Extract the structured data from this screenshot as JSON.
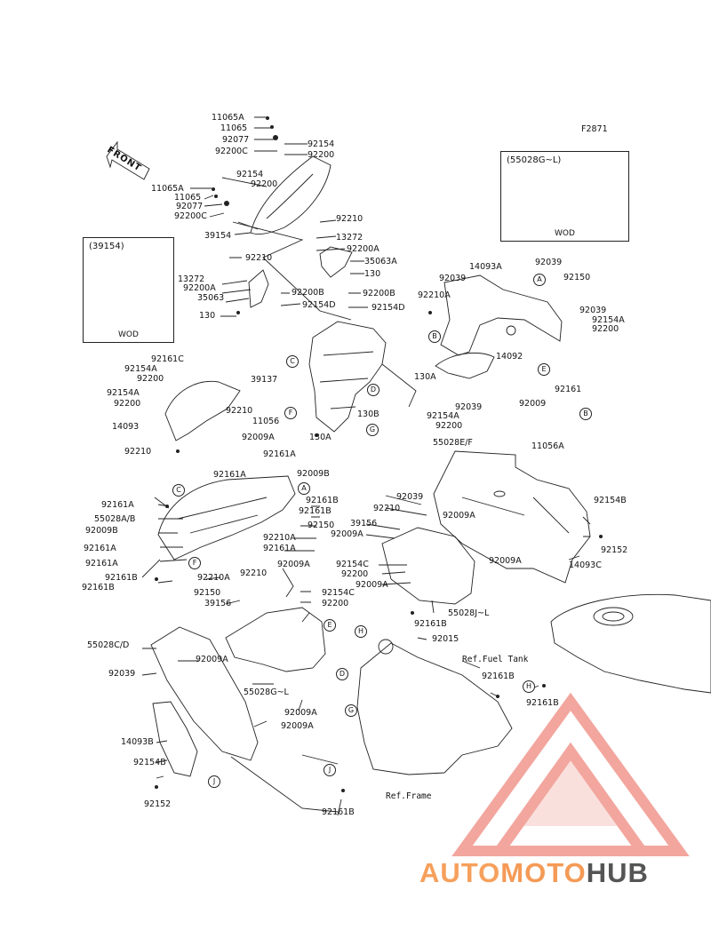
{
  "figure_code": "F2871",
  "front_label": "FRONT",
  "insets": {
    "right": {
      "title": "(55028G~L)",
      "foot": "WOD"
    },
    "left": {
      "title": "(39154)",
      "foot": "WOD"
    }
  },
  "callout_letters": {
    "A": "A",
    "B": "B",
    "C": "C",
    "D": "D",
    "E": "E",
    "F": "F",
    "G": "G",
    "H": "H",
    "J": "J"
  },
  "refs": {
    "fuel_tank": "Ref.Fuel Tank",
    "frame": "Ref.Frame"
  },
  "part_labels": {
    "p11065a_top": "11065A",
    "p11065_top": "11065",
    "p92077_top": "92077",
    "p92200c_top": "92200C",
    "p92154_top": "92154",
    "p92200_top": "92200",
    "p11065a_l": "11065A",
    "p92154_l": "92154",
    "p92200_l": "92200",
    "p11065_l": "11065",
    "p92077_l": "92077",
    "p92200c_l": "92200C",
    "p92210_a": "92210",
    "p39154": "39154",
    "p13272_a": "13272",
    "p92200a_a": "92200A",
    "p92210_b": "92210",
    "p35063a": "35063A",
    "p130_a": "130",
    "p13272_b": "13272",
    "p92200a_b": "92200A",
    "p35063": "35063",
    "p92200b_a": "92200B",
    "p92200b_b": "92200B",
    "p92154d_a": "92154D",
    "p92154d_b": "92154D",
    "p130_b": "130",
    "p14093a": "14093A",
    "p92039_a": "92039",
    "p92039_b": "92039",
    "p92210a_a": "92210A",
    "p92150_a": "92150",
    "p92039_c": "92039",
    "p92154a_a": "92154A",
    "p92200_a": "92200",
    "p14092": "14092",
    "p130a": "130A",
    "p92161": "92161",
    "p92009_a": "92009",
    "p11056a": "11056A",
    "p92039_d": "92039",
    "p92154a_b": "92154A",
    "p92200_b": "92200",
    "p39137": "39137",
    "p130b": "130B",
    "p130a_b": "130A",
    "p92161c": "92161C",
    "p92154a_c": "92154A",
    "p92200_c": "92200",
    "p92154a_d": "92154A",
    "p92200_d": "92200",
    "p14093": "14093",
    "p92210_c": "92210",
    "p11056": "11056",
    "p92009a_a": "92009A",
    "p92210_d": "92210",
    "p92161a_a": "92161A",
    "p92161a_b": "92161A",
    "p92009b_a": "92009B",
    "p55028ef": "55028E/F",
    "p92161a_c": "92161A",
    "p55028ab": "55028A/B",
    "p92009b_b": "92009B",
    "p92161b_a": "92161B",
    "p92161b_b": "92161B",
    "p92150_b": "92150",
    "p92210a_b": "92210A",
    "p92161a_d": "92161A",
    "p92161a_e": "92161A",
    "p92161a_f": "92161A",
    "p92161b_c": "92161B",
    "p92161b_d": "92161B",
    "p92210a_c": "92210A",
    "p92150_c": "92150",
    "p39156_a": "39156",
    "p92210_e": "92210",
    "p92009a_b": "92009A",
    "p92039_e": "92039",
    "p92210_f": "92210",
    "p39156_b": "39156",
    "p92009a_c": "92009A",
    "p92009a_d": "92009A",
    "p92154b_a": "92154B",
    "p92152_a": "92152",
    "p14093c": "14093C",
    "p92009a_e": "92009A",
    "p92154c_a": "92154C",
    "p92200_e": "92200",
    "p92009a_f": "92009A",
    "p92161b_e": "92161B",
    "p55028jl": "55028J~L",
    "p92154c_b": "92154C",
    "p92200_f": "92200",
    "p55028cd": "55028C/D",
    "p92009a_g": "92009A",
    "p92039_f": "92039",
    "p55028gl": "55028G~L",
    "p92009a_h": "92009A",
    "p92009a_i": "92009A",
    "p92015": "92015",
    "p92161b_f": "92161B",
    "p92161b_g": "92161B",
    "p14093b": "14093B",
    "p92154b_b": "92154B",
    "p92152_b": "92152",
    "p92161b_h": "92161B"
  },
  "watermark": {
    "part1": "AUTO",
    "part2": "MOTO",
    "part3": "HUB"
  },
  "colors": {
    "watermark_red": "#e8463a",
    "watermark_orange": "#f6a05c",
    "watermark_gray": "#555555",
    "line": "#222222"
  }
}
